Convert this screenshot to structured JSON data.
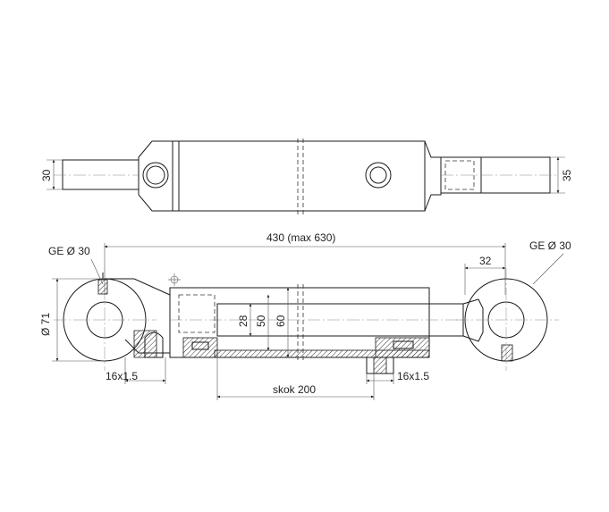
{
  "labels": {
    "dim_top_left": "30",
    "dim_top_right": "35",
    "ge_left": "GE Ø 30",
    "ge_right": "GE Ø 30",
    "length": "430 (max 630)",
    "dim_32": "32",
    "dia_71": "Ø 71",
    "dim_28": "28",
    "dim_50": "50",
    "dim_60": "60",
    "thread_left": "16x1.5",
    "thread_right": "16x1.5",
    "stroke": "skok 200"
  }
}
